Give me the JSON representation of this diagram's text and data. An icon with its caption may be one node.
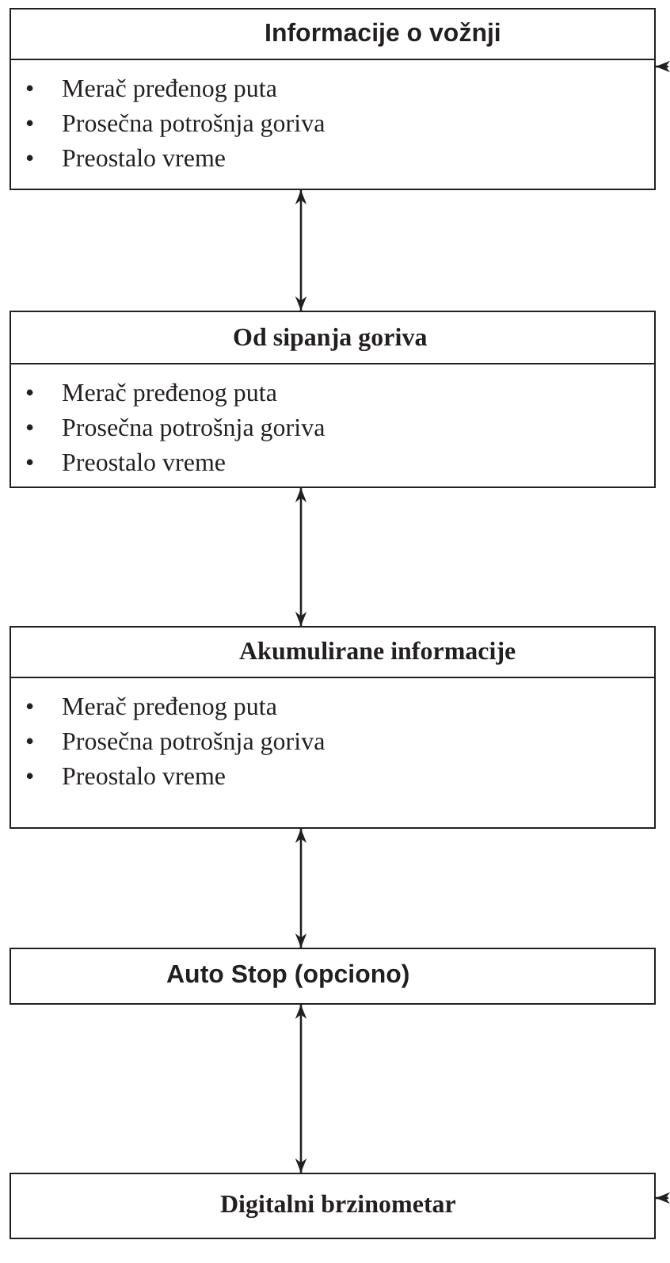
{
  "diagram": {
    "nodes": [
      {
        "text": [
          "Informacije o vožnji",
          "•",
          "Merač pređenog puta",
          "•",
          "Prosečna potrošnja goriva",
          "•",
          "Preostalo vreme"
        ]
      },
      {
        "text": [
          "Od sipanja goriva",
          "•",
          "Merač pređenog puta",
          "•",
          "Prosečna potrošnja goriva",
          "•",
          "Preostalo vreme"
        ]
      },
      {
        "text": [
          "Akumulirane informacije",
          "•",
          "Merač pređenog puta",
          "•",
          "Prosečna potrošnja goriva",
          "•",
          "Preostalo vreme"
        ]
      },
      {
        "text": [
          "Auto Stop (opciono)"
        ]
      },
      {
        "text": [
          "Digitalni brzinometar"
        ]
      }
    ],
    "edges": [
      {
        "from": null,
        "to": 0,
        "arrow": "to"
      },
      {
        "from": 0,
        "to": 1,
        "arrow": "both"
      },
      {
        "from": 1,
        "to": 2,
        "arrow": "both"
      },
      {
        "from": 2,
        "to": 3,
        "arrow": "both"
      },
      {
        "from": 3,
        "to": 4,
        "arrow": "both"
      },
      {
        "from": null,
        "to": 4,
        "arrow": "to"
      }
    ]
  }
}
